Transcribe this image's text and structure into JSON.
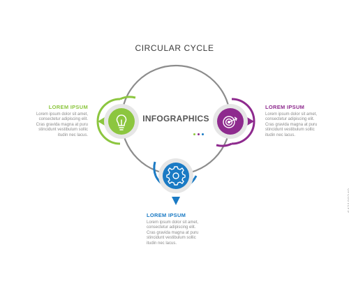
{
  "title": "CIRCULAR CYCLE",
  "center_label": "INFOGRAPHICS",
  "colors": {
    "ring": "#8c8c8c",
    "green": "#8cc63f",
    "purple": "#8e2a8e",
    "blue": "#1a7ac4",
    "node_fill": "#e6e6e6",
    "text": "#8a8a8a"
  },
  "nodes": {
    "left": {
      "icon": "lightbulb-icon",
      "heading": "LOREM IPSUM",
      "body": "Lorem ipsum dolor sit amet,\nconsectetur adipiscing elit.\nCras gravida magna at puru\nstincidunt vestibulum sollic\nitudin nec lacus."
    },
    "right": {
      "icon": "target-icon",
      "heading": "LOREM IPSUM",
      "body": "Lorem ipsum dolor sit amet,\nconsectetur adipiscing elit.\nCras gravida magna at puru\nstincidunt vestibulum sollic\nitudin nec lacus."
    },
    "bottom": {
      "icon": "gear-icon",
      "heading": "LOREM IPSUM",
      "body": "Lorem ipsum dolor sit amet,\nconsectetur adipiscing elit.\nCras gravida magna at puru\nstincidunt vestibulum sollic\nitudin nec lacus."
    }
  },
  "watermark": "642108240"
}
